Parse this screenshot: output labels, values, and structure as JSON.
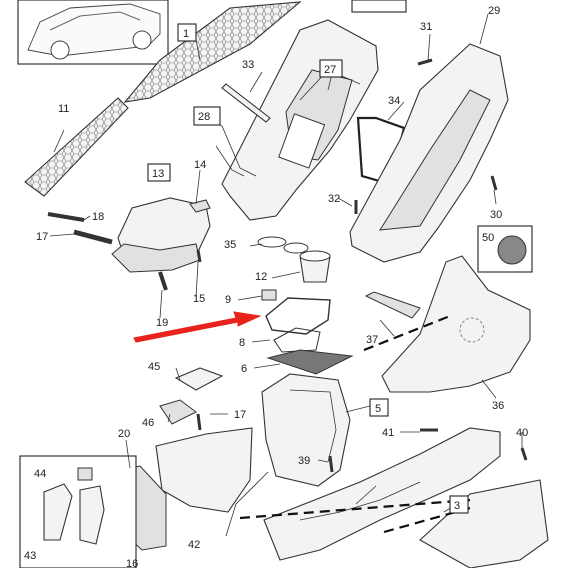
{
  "diagram": {
    "labels": {
      "p1": "1",
      "p3": "3",
      "p5": "5",
      "p6": "6",
      "p8": "8",
      "p9": "9",
      "p11": "11",
      "p12": "12",
      "p13": "13",
      "p14": "14",
      "p15": "15",
      "p16": "16",
      "p17a": "17",
      "p17b": "17",
      "p18": "18",
      "p19": "19",
      "p20": "20",
      "p27": "27",
      "p28": "28",
      "p29": "29",
      "p30": "30",
      "p31": "31",
      "p32": "32",
      "p33": "33",
      "p34": "34",
      "p35": "35",
      "p36": "36",
      "p37": "37",
      "p39": "39",
      "p40": "40",
      "p41": "41",
      "p42": "42",
      "p43": "43",
      "p44": "44",
      "p45": "45",
      "p46": "46",
      "p50": "50"
    },
    "highlight_color": "#e8231c"
  }
}
